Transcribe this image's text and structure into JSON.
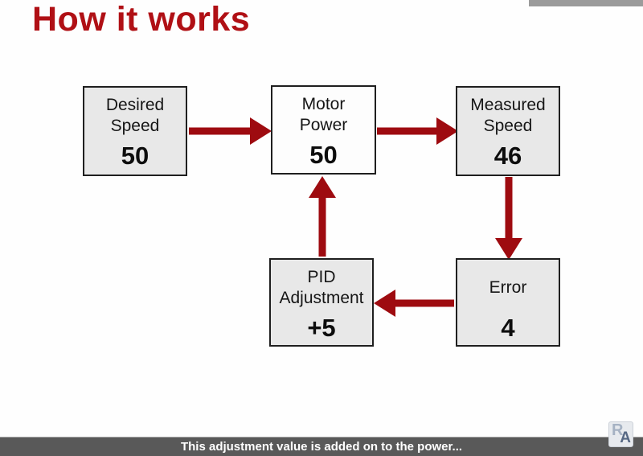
{
  "colors": {
    "title": "#b01015",
    "arrow": "#9e0b10",
    "box-fill": "#e8e8e8",
    "box-fill-highlight": "#fdfdfd",
    "box-border": "#1f1f1f",
    "caption-bg": "#595959",
    "caption-text": "#ffffff",
    "top-strip": "#9b9b9b",
    "logo-bg": "#e7eaee",
    "logo-r": "#a6b2c3",
    "logo-a": "#566884"
  },
  "slide": {
    "title": "How it works",
    "caption": "This adjustment value is added on to the power..."
  },
  "logo": {
    "letter_r": "R",
    "letter_a": "A"
  },
  "diagram": {
    "boxes": [
      {
        "id": "desired-speed",
        "label": "Desired\nSpeed",
        "value": "50"
      },
      {
        "id": "motor-power",
        "label": "Motor\nPower",
        "value": "50"
      },
      {
        "id": "measured-speed",
        "label": "Measured\nSpeed",
        "value": "46"
      },
      {
        "id": "pid-adjustment",
        "label": "PID\nAdjustment",
        "value": "+5"
      },
      {
        "id": "error",
        "label": "Error",
        "value": "4"
      }
    ],
    "arrows": [
      {
        "from": "desired-speed",
        "to": "motor-power",
        "direction": "right"
      },
      {
        "from": "motor-power",
        "to": "measured-speed",
        "direction": "right"
      },
      {
        "from": "measured-speed",
        "to": "error",
        "direction": "down"
      },
      {
        "from": "error",
        "to": "pid-adjustment",
        "direction": "left"
      },
      {
        "from": "pid-adjustment",
        "to": "motor-power",
        "direction": "up"
      }
    ]
  }
}
